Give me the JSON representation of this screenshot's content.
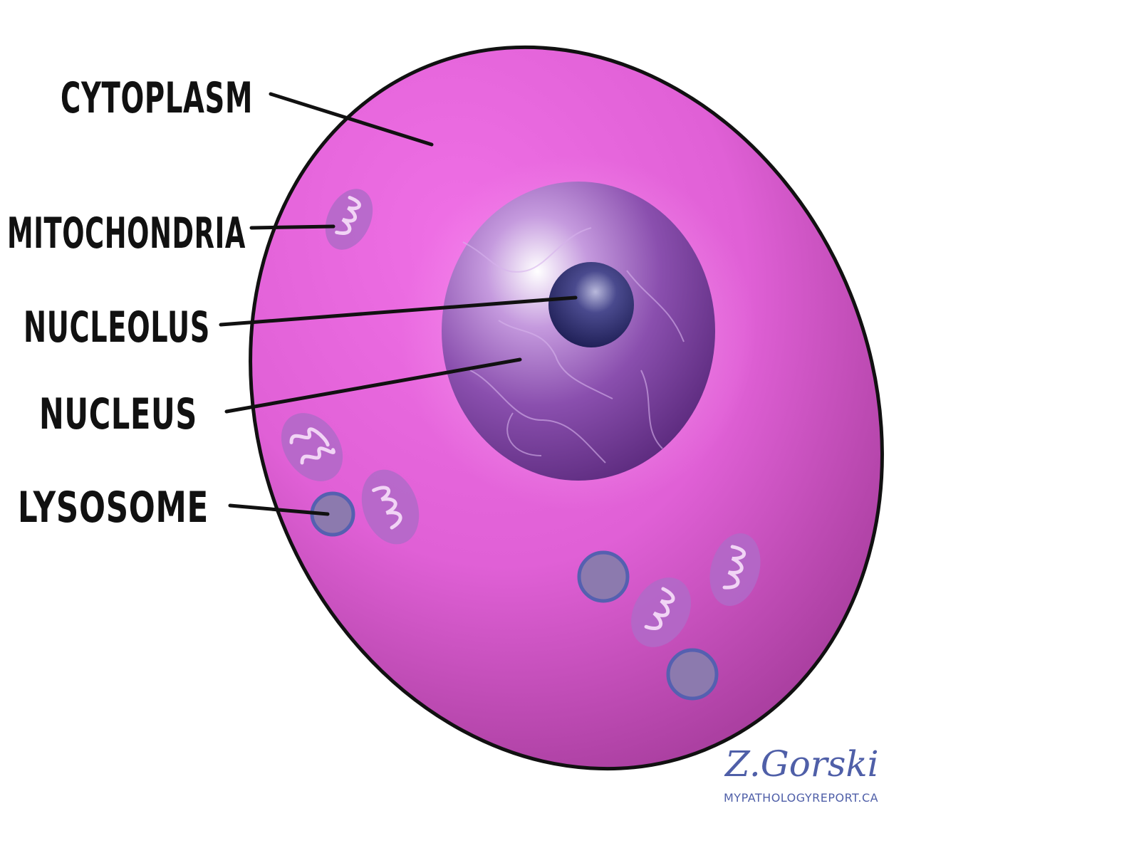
{
  "labels": {
    "cytoplasm": "CYTOPLASM",
    "mitochondria": "MITOCHONDRIA",
    "nucleolus": "NUCLEOLUS",
    "nucleus": "NUCLEUS",
    "lysosome": "LYSOSOME"
  },
  "credit": {
    "signature": "Z.Gorski",
    "website": "MYPATHOLOGYREPORT.CA"
  },
  "colors": {
    "cytoplasm": "#e060d6",
    "nucleus": "#7a3e9e",
    "nucleolus": "#2a2a66",
    "mitochondria": "#b06ac8",
    "lysosome": "#8c7aae",
    "lysosome_ring": "#5560b0",
    "outline": "#111111",
    "credit": "#4f5fa8"
  }
}
